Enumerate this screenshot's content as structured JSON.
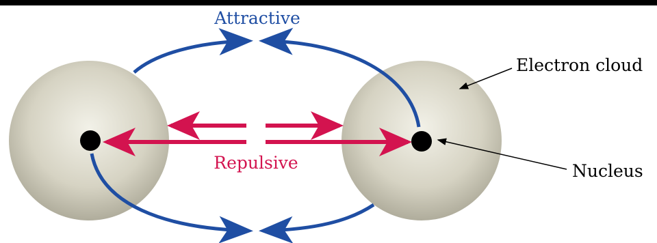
{
  "labels": {
    "attractive": "Attractive",
    "repulsive": "Repulsive",
    "electron_cloud": "Electron cloud",
    "nucleus": "Nucleus"
  },
  "colors": {
    "attractive": "#1f4ea3",
    "repulsive": "#d3134f",
    "pointer": "#000000",
    "nucleus": "#000000",
    "sphere_light": "#f2f1e8",
    "sphere_mid": "#d6d3c3",
    "sphere_dark": "#a8a594"
  }
}
